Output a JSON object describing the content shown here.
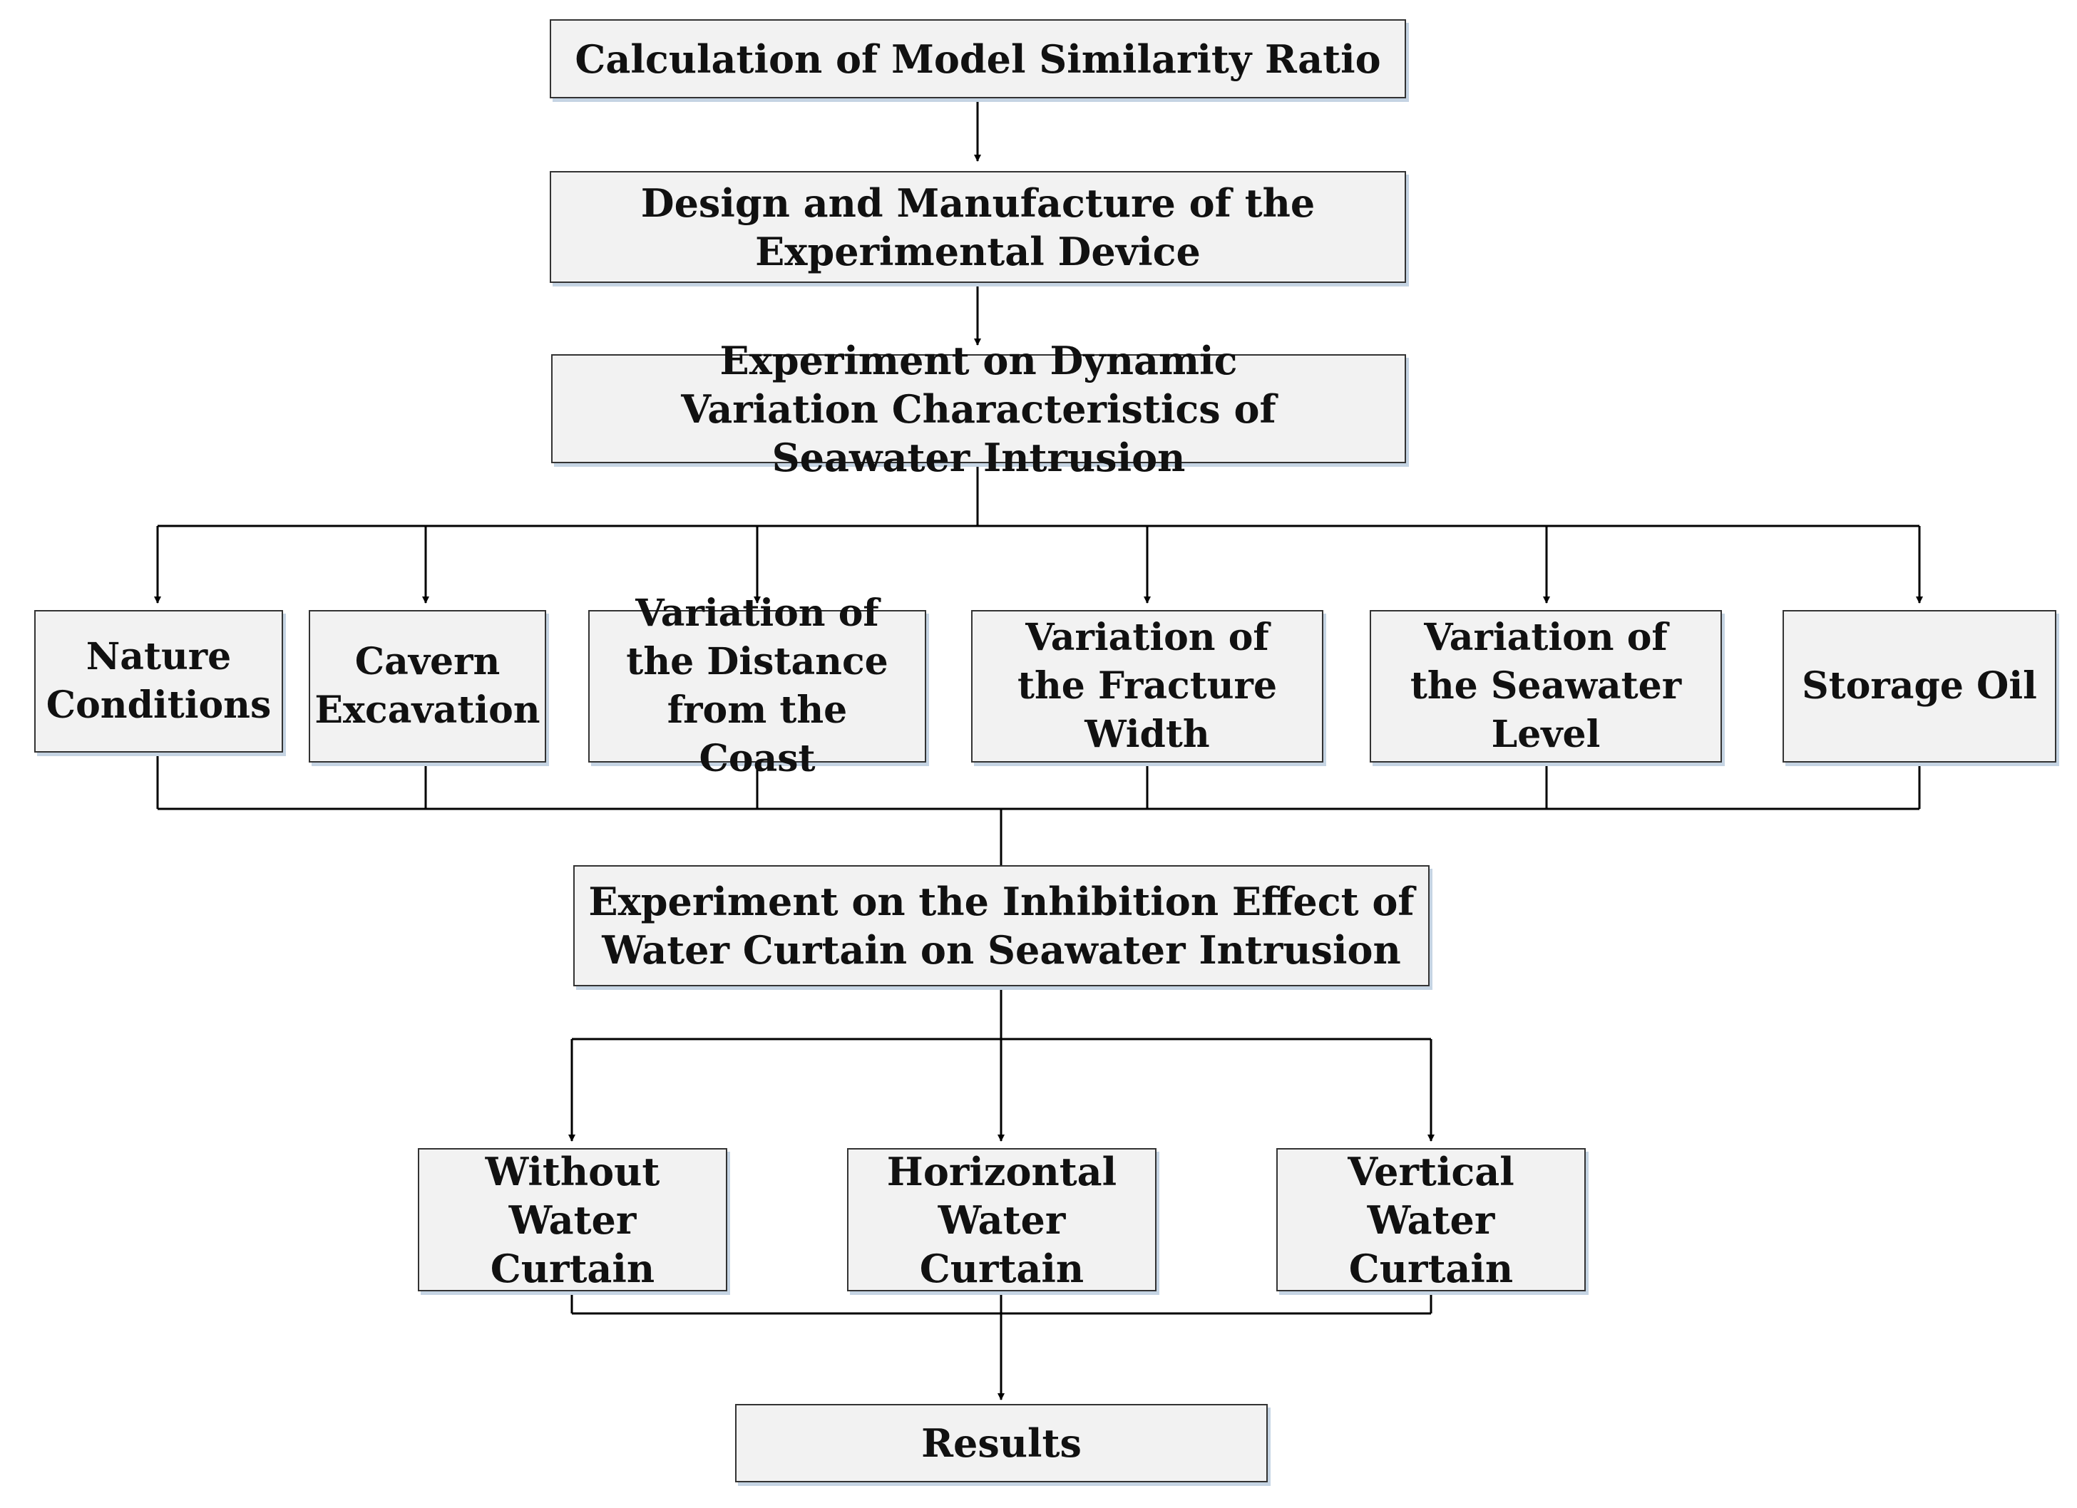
{
  "colors": {
    "box_fill": "#f2f2f2",
    "box_border": "#333333",
    "shadow": "#c5d4e3",
    "connector": "#000000"
  },
  "nodes": {
    "calc": "Calculation of Model Similarity Ratio",
    "design": "Design and Manufacture of the Experimental Device",
    "dynamic": "Experiment on Dynamic Variation Characteristics of Seawater Intrusion",
    "nature": "Nature Conditions",
    "cavern": "Cavern Excavation",
    "distance": "Variation of the Distance from the Coast",
    "fracture": "Variation of the Fracture Width",
    "seawater_level": "Variation of the Seawater Level",
    "storage": "Storage Oil",
    "inhibition": "Experiment on the Inhibition Effect of Water Curtain on Seawater Intrusion",
    "without": "Without Water Curtain",
    "horizontal": "Horizontal Water Curtain",
    "vertical": "Vertical Water Curtain",
    "results": "Results"
  },
  "edges": [
    [
      "calc",
      "design"
    ],
    [
      "design",
      "dynamic"
    ],
    [
      "dynamic",
      "nature"
    ],
    [
      "dynamic",
      "cavern"
    ],
    [
      "dynamic",
      "distance"
    ],
    [
      "dynamic",
      "fracture"
    ],
    [
      "dynamic",
      "seawater_level"
    ],
    [
      "dynamic",
      "storage"
    ],
    [
      "nature",
      "inhibition"
    ],
    [
      "cavern",
      "inhibition"
    ],
    [
      "distance",
      "inhibition"
    ],
    [
      "fracture",
      "inhibition"
    ],
    [
      "seawater_level",
      "inhibition"
    ],
    [
      "storage",
      "inhibition"
    ],
    [
      "inhibition",
      "without"
    ],
    [
      "inhibition",
      "horizontal"
    ],
    [
      "inhibition",
      "vertical"
    ],
    [
      "without",
      "results"
    ],
    [
      "horizontal",
      "results"
    ],
    [
      "vertical",
      "results"
    ]
  ]
}
